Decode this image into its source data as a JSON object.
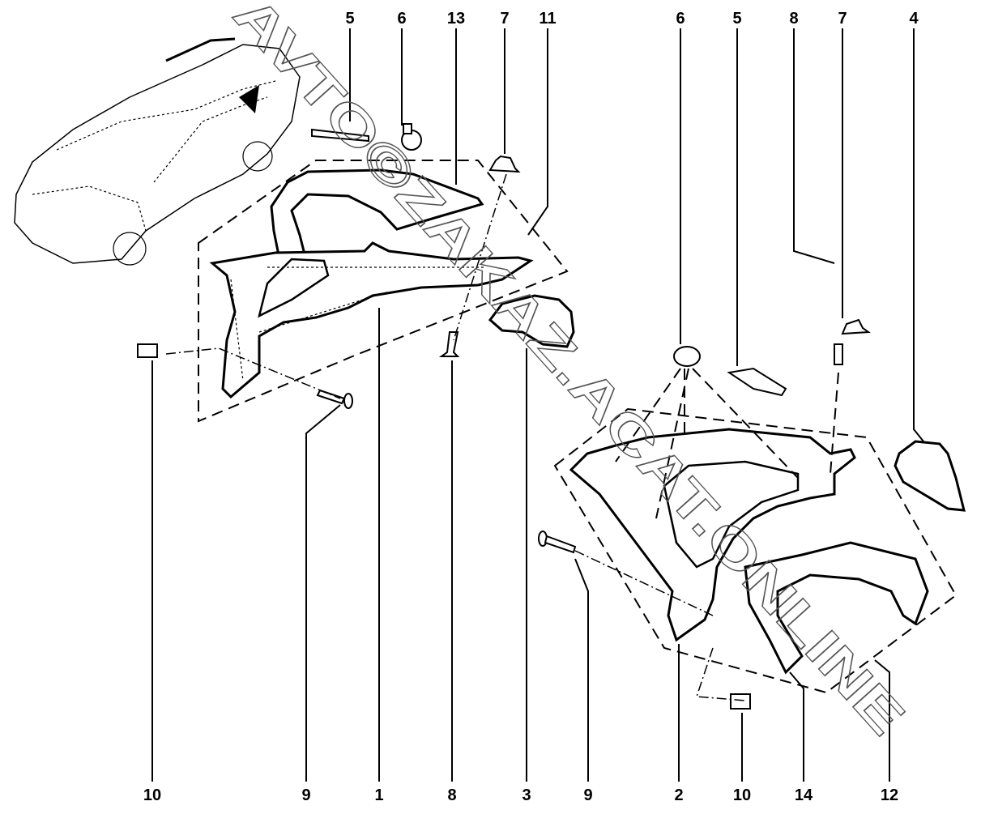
{
  "diagram": {
    "title": "Rear quarter trim panels exploded view",
    "top_labels": [
      "5",
      "6",
      "13",
      "7",
      "11",
      "6",
      "5",
      "8",
      "7",
      "4"
    ],
    "bottom_labels": [
      "10",
      "9",
      "1",
      "8",
      "3",
      "9",
      "2",
      "10",
      "14",
      "12"
    ]
  },
  "watermark": "AVTO©ZAKAZ.ACAT.ONLINE"
}
